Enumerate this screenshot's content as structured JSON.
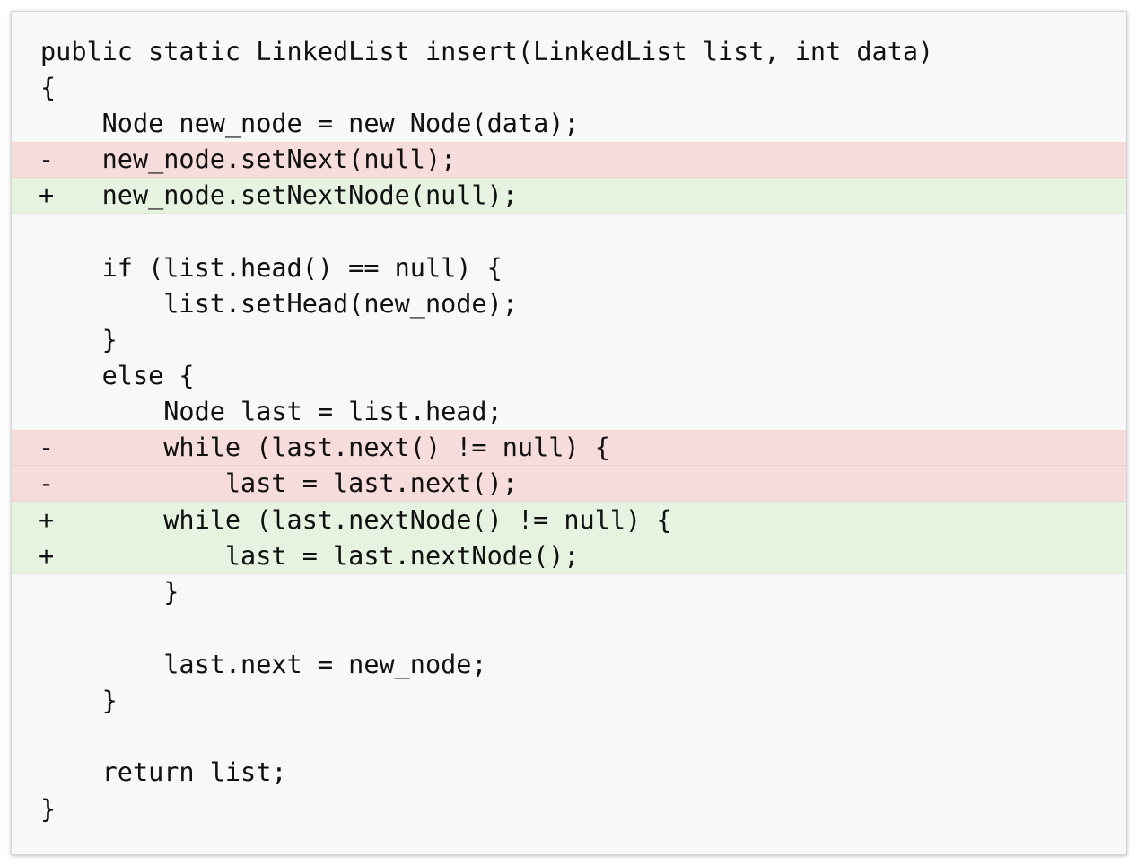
{
  "diff": {
    "lines": [
      {
        "type": "context",
        "marker": "",
        "text": "public static LinkedList insert(LinkedList list, int data)"
      },
      {
        "type": "context",
        "marker": "",
        "text": "{"
      },
      {
        "type": "context",
        "marker": "",
        "text": "    Node new_node = new Node(data);"
      },
      {
        "type": "removed",
        "marker": "-",
        "text": "    new_node.setNext(null);"
      },
      {
        "type": "added",
        "marker": "+",
        "text": "    new_node.setNextNode(null);"
      },
      {
        "type": "context",
        "marker": "",
        "text": ""
      },
      {
        "type": "context",
        "marker": "",
        "text": "    if (list.head() == null) {"
      },
      {
        "type": "context",
        "marker": "",
        "text": "        list.setHead(new_node);"
      },
      {
        "type": "context",
        "marker": "",
        "text": "    }"
      },
      {
        "type": "context",
        "marker": "",
        "text": "    else {"
      },
      {
        "type": "context",
        "marker": "",
        "text": "        Node last = list.head;"
      },
      {
        "type": "removed",
        "marker": "-",
        "text": "        while (last.next() != null) {"
      },
      {
        "type": "removed",
        "marker": "-",
        "text": "            last = last.next();"
      },
      {
        "type": "added",
        "marker": "+",
        "text": "        while (last.nextNode() != null) {"
      },
      {
        "type": "added",
        "marker": "+",
        "text": "            last = last.nextNode();"
      },
      {
        "type": "context",
        "marker": "",
        "text": "        }"
      },
      {
        "type": "context",
        "marker": "",
        "text": ""
      },
      {
        "type": "context",
        "marker": "",
        "text": "        last.next = new_node;"
      },
      {
        "type": "context",
        "marker": "",
        "text": "    }"
      },
      {
        "type": "context",
        "marker": "",
        "text": ""
      },
      {
        "type": "context",
        "marker": "",
        "text": "    return list;"
      },
      {
        "type": "context",
        "marker": "",
        "text": "}"
      }
    ]
  },
  "colors": {
    "removed_bg": "#f6dcda",
    "added_bg": "#e6f3e1",
    "panel_bg": "#f8f8f8",
    "text": "#111111"
  }
}
